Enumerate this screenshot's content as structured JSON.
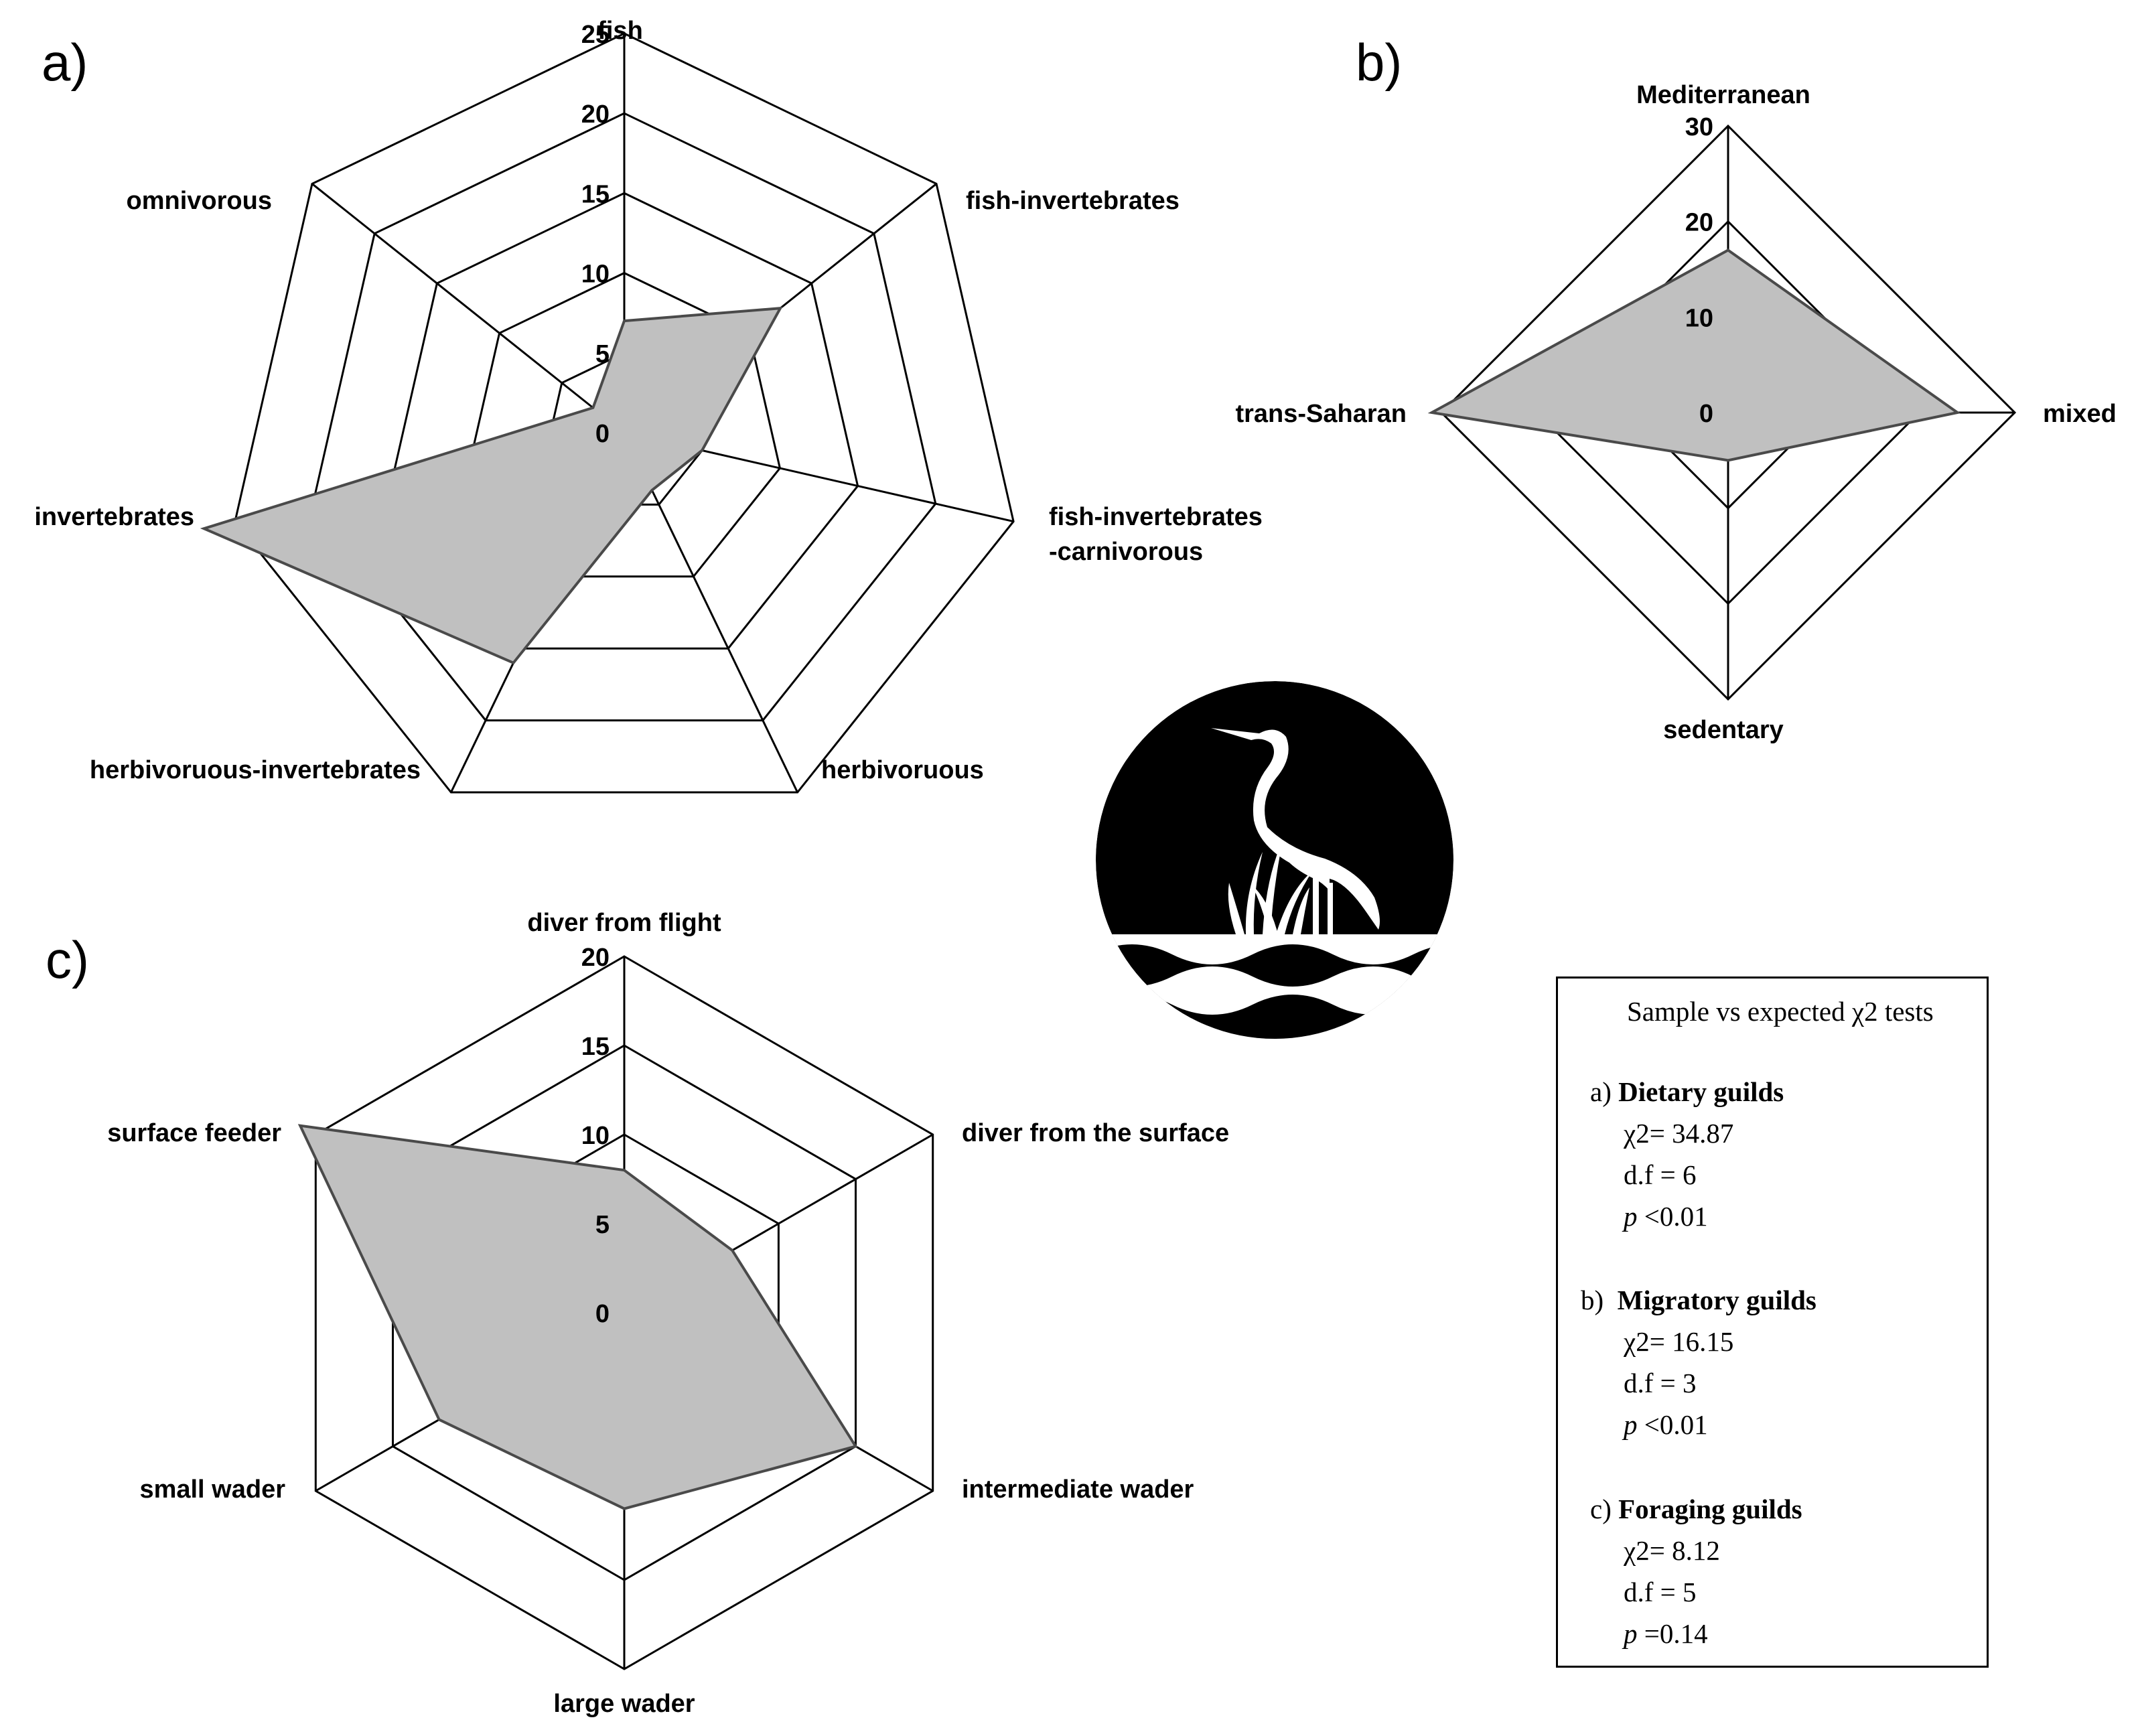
{
  "chart_data": [
    {
      "panel": "a)",
      "type": "radar",
      "max": 25,
      "ticks": [
        "0",
        "5",
        "10",
        "15",
        "20",
        "25"
      ],
      "axes": [
        "fish",
        "fish-invertebrates",
        "fish-invertebrates\n-carnivorous",
        "herbivoruous",
        "herbivoruous-invertebrates",
        "invertebrates",
        "omnivorous"
      ],
      "values": [
        7,
        12.5,
        5,
        4,
        16,
        27,
        2.5
      ],
      "grid": "on"
    },
    {
      "panel": "b)",
      "type": "radar",
      "min": 0,
      "max": 30,
      "ticks": [
        "0",
        "10",
        "20",
        "30"
      ],
      "axes": [
        "Mediterranean",
        "mixed",
        "sedentary",
        "trans-Saharan"
      ],
      "values": [
        17,
        24,
        5,
        31
      ],
      "grid": "on"
    },
    {
      "panel": "c)",
      "type": "radar",
      "max": 20,
      "ticks": [
        "0",
        "5",
        "10",
        "15",
        "20"
      ],
      "axes": [
        "diver from flight",
        "diver from the surface",
        "intermediate wader",
        "large wader",
        "small wader",
        "surface feeder"
      ],
      "values": [
        8,
        7,
        15,
        11,
        12,
        21
      ],
      "grid": "on"
    }
  ],
  "colors": {
    "fill": "#c0c0c0",
    "outline": "#4a4a4a",
    "grid": "#000000",
    "logo": "#000000"
  },
  "logo_icon": "heron-in-reeds-logo",
  "stats": {
    "title": "Sample vs expected χ2 tests",
    "tests": [
      {
        "prefix": "a)",
        "name": "Dietary guilds",
        "chi2": "χ2= 34.87",
        "df": "d.f = 6",
        "p_symbol": "p",
        "p_value": " <0.01"
      },
      {
        "prefix": "b)",
        "name": "Migratory guilds",
        "chi2": "χ2= 16.15",
        "df": "d.f = 3",
        "p_symbol": "p",
        "p_value": " <0.01"
      },
      {
        "prefix": "c)",
        "name": "Foraging guilds",
        "chi2": "χ2= 8.12",
        "df": "d.f = 5",
        "p_symbol": "p",
        "p_value": " =0.14"
      }
    ]
  }
}
